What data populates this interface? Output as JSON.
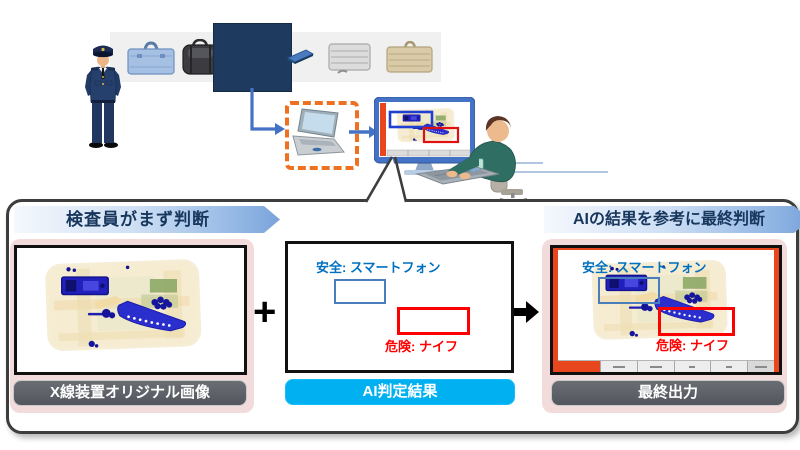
{
  "top_scene": {
    "icons": [
      "security-officer-illustration",
      "conveyor-belt",
      "blue-briefcase-icon",
      "black-bag-icon",
      "xray-machine-box",
      "blue-case-icon",
      "silver-suitcase-icon",
      "tan-briefcase-icon",
      "laptop-icon",
      "ai-dashed-highlight",
      "monitor-icon",
      "operator-illustration"
    ]
  },
  "workflow": {
    "left": {
      "banner": "検査員がまず判断",
      "caption": "X線装置オリジナル画像"
    },
    "middle": {
      "plus": "+",
      "safe_label": "安全: スマートフォン",
      "danger_label": "危険: ナイフ",
      "caption": "AI判定結果"
    },
    "right": {
      "banner": "AIの結果を参考に最終判断",
      "safe_label": "安全: スマートフォン",
      "danger_label": "危険: ナイフ",
      "caption": "最終出力"
    }
  },
  "colors": {
    "accent_blue": "#4472c4",
    "safe_blue": "#0070c0",
    "danger_red": "#ff0000",
    "cyan_label_bg": "#00b0f0",
    "pink_panel_bg": "#f2dcdb",
    "gray_label_bg": "#595959",
    "dashed_highlight_orange": "#ee7121",
    "xray_machine_navy": "#1f3a5f",
    "alert_frame_red": "#e8471d"
  }
}
